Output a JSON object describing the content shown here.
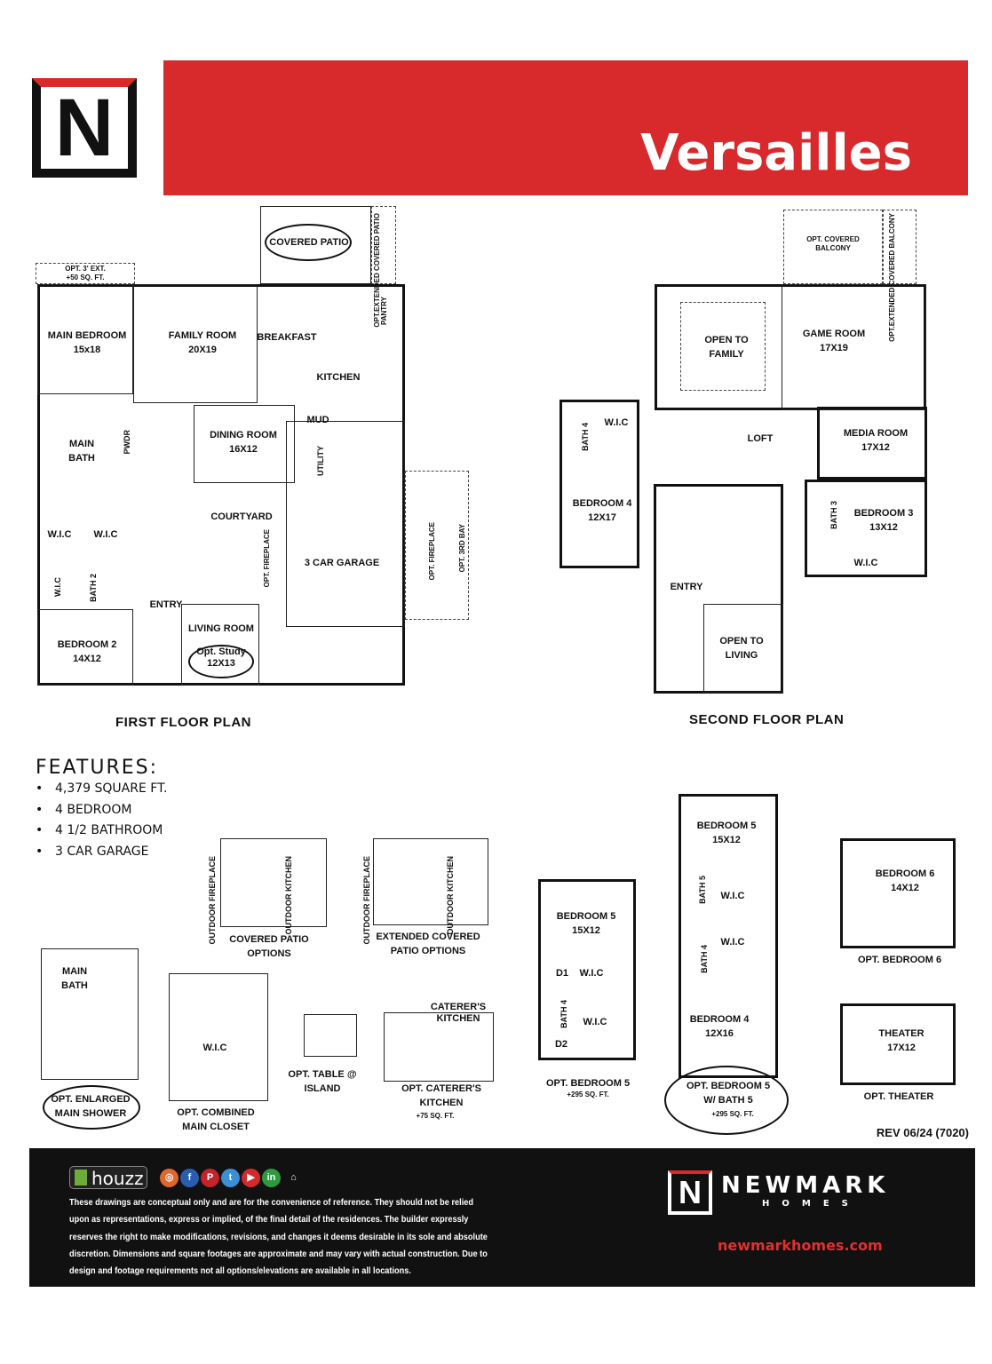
{
  "header": {
    "title": "Versailles",
    "logo_letter": "N"
  },
  "first_floor": {
    "title": "FIRST FLOOR PLAN",
    "rooms": {
      "covered_patio": "COVERED PATIO",
      "opt_ext_covered_patio": "OPT.EXTENDED COVERED PATIO",
      "opt_ext": "OPT. 3' EXT.",
      "opt_ext_sqft": "+50 SQ. FT.",
      "main_bedroom": "MAIN BEDROOM",
      "main_bedroom_size": "15x18",
      "family_room": "FAMILY ROOM",
      "family_room_size": "20X19",
      "breakfast": "BREAKFAST",
      "kitchen": "KITCHEN",
      "pantry": "PANTRY",
      "main_bath": "MAIN BATH",
      "pwdr": "PWDR",
      "dining_room": "DINING ROOM",
      "dining_room_size": "16X12",
      "mud": "MUD",
      "utility": "UTILITY",
      "wic1": "W.I.C",
      "wic2": "W.I.C",
      "wic3": "W.I.C",
      "courtyard": "COURTYARD",
      "opt_fireplace": "OPT. FIREPLACE",
      "garage": "3 CAR GARAGE",
      "opt_fireplace2": "OPT. FIREPLACE",
      "opt_3rd_bay": "OPT. 3RD BAY",
      "bath2": "BATH 2",
      "entry": "ENTRY",
      "bedroom2": "BEDROOM 2",
      "bedroom2_size": "14X12",
      "living_room": "LIVING ROOM",
      "opt_study": "Opt. Study",
      "study_size": "12X13"
    }
  },
  "second_floor": {
    "title": "SECOND FLOOR PLAN",
    "rooms": {
      "opt_covered_balcony": "OPT. COVERED BALCONY",
      "opt_ext_covered_balcony": "OPT.EXTENDED COVERED BALCONY",
      "open_to_family": "OPEN TO FAMILY",
      "game_room": "GAME ROOM",
      "game_room_size": "17X19",
      "bath4": "BATH 4",
      "wic": "W.I.C",
      "loft": "LOFT",
      "media_room": "MEDIA ROOM",
      "media_room_size": "17X12",
      "bedroom4": "BEDROOM 4",
      "bedroom4_size": "12X17",
      "bath3": "BATH 3",
      "bedroom3": "BEDROOM 3",
      "bedroom3_size": "13X12",
      "wic3": "W.I.C",
      "entry": "ENTRY",
      "open_to_living": "OPEN TO LIVING"
    }
  },
  "features": {
    "heading": "FEATURES:",
    "items": [
      "4,379 SQUARE FT.",
      "4 BEDROOM",
      "4 1/2 BATHROOM",
      "3 CAR GARAGE"
    ]
  },
  "options": {
    "outdoor_fireplace": "OUTDOOR FIREPLACE",
    "outdoor_kitchen": "OUTDOOR KITCHEN",
    "covered_patio_options": "COVERED PATIO OPTIONS",
    "extended_covered_patio_options": "EXTENDED COVERED PATIO OPTIONS",
    "main_bath": "MAIN BATH",
    "opt_enlarged_main_shower": "OPT. ENLARGED MAIN SHOWER",
    "wic": "W.I.C",
    "opt_combined_main_closet": "OPT. COMBINED MAIN CLOSET",
    "opt_table_island": "OPT. TABLE @ ISLAND",
    "caterers_kitchen": "CATERER'S KITCHEN",
    "opt_caterers_kitchen": "OPT. CATERER'S KITCHEN",
    "caterers_sqft": "+75 SQ. FT.",
    "bedroom5": "BEDROOM 5",
    "bedroom5_size": "15X12",
    "d1": "D1",
    "d2": "D2",
    "bath4": "BATH 4",
    "bath5": "BATH 5",
    "opt_bedroom5": "OPT. BEDROOM 5",
    "bedroom5_sqft": "+295 SQ. FT.",
    "bedroom4": "BEDROOM 4",
    "bedroom4_size": "12X16",
    "opt_bedroom5_bath5": "OPT. BEDROOM 5 W/ BATH 5",
    "bedroom6": "BEDROOM 6",
    "bedroom6_size": "14X12",
    "opt_bedroom6": "OPT. BEDROOM 6",
    "theater": "THEATER",
    "theater_size": "17X12",
    "opt_theater": "OPT. THEATER"
  },
  "revision": "REV 06/24 (7020)",
  "footer": {
    "houzz": "houzz",
    "social": [
      "instagram",
      "facebook",
      "pinterest",
      "twitter",
      "youtube",
      "linkedin",
      "equal-housing"
    ],
    "disclaimer": "These drawings are conceptual only and are for the convenience of reference. They should not be relied upon as representations, express or implied, of the final detail of the residences. The builder expressly reserves the right to make modifications, revisions, and changes it deems desirable in its sole and absolute discretion. Dimensions and square footages are approximate and may vary with actual construction. Due to design and footage requirements not all options/elevations are available in all locations.",
    "brand": "NEWMARK",
    "brand_sub": "HOMES",
    "url": "newmarkhomes.com",
    "colors": {
      "brand_red": "#d8292c",
      "footer_bg": "#111111"
    }
  }
}
